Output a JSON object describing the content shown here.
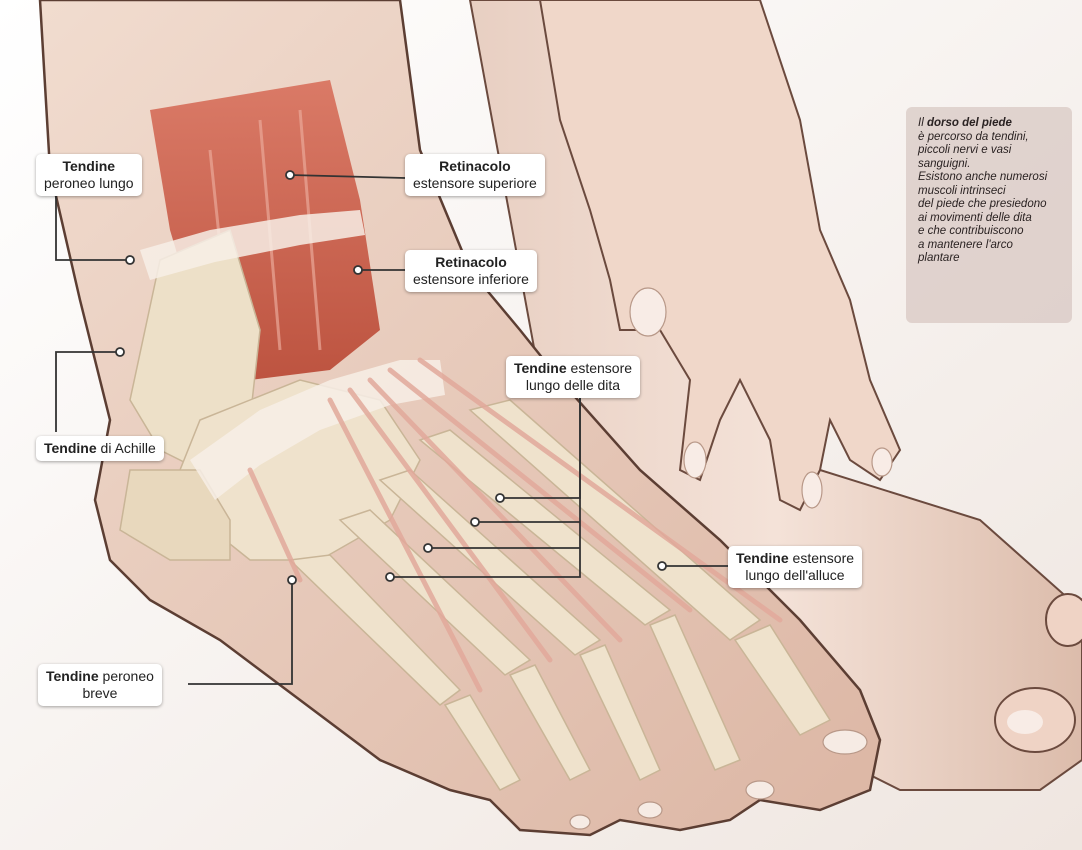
{
  "labels": {
    "peroneo_lungo": {
      "bold": "Tendine",
      "text": "peroneo lungo"
    },
    "retinacolo_superiore": {
      "bold": "Retinacolo",
      "text": "estensore superiore"
    },
    "retinacolo_inferiore": {
      "bold": "Retinacolo",
      "text": "estensore inferiore"
    },
    "estensore_dita": {
      "bold": "Tendine",
      "text1": "estensore",
      "text2": "lungo delle dita"
    },
    "achille": {
      "bold": "Tendine",
      "text": "di Achille"
    },
    "estensore_alluce": {
      "bold": "Tendine",
      "text1": "estensore",
      "text2": "lungo dell'alluce"
    },
    "peroneo_breve": {
      "bold": "Tendine",
      "text1": "peroneo",
      "text2": "breve"
    }
  },
  "note": {
    "prefix": "Il",
    "bold": "dorso del piede",
    "line1": "è percorso da tendini,",
    "line2": "piccoli nervi e vasi",
    "line3": "sanguigni.",
    "line4": "Esistono anche numerosi",
    "line5": "muscoli intrinseci",
    "line6": "del piede che presiedono",
    "line7": "ai movimenti delle dita",
    "line8": "e che contribuiscono",
    "line9": "a mantenere l'arco",
    "line10": "plantare"
  },
  "colors": {
    "skin": "#e9cfc1",
    "skin_shadow": "#c9a593",
    "bone": "#efe2cc",
    "muscle": "#cf5a45",
    "tendon": "#e7b5a8",
    "leader": "#333333",
    "note_bg": "#cdb9b4"
  }
}
